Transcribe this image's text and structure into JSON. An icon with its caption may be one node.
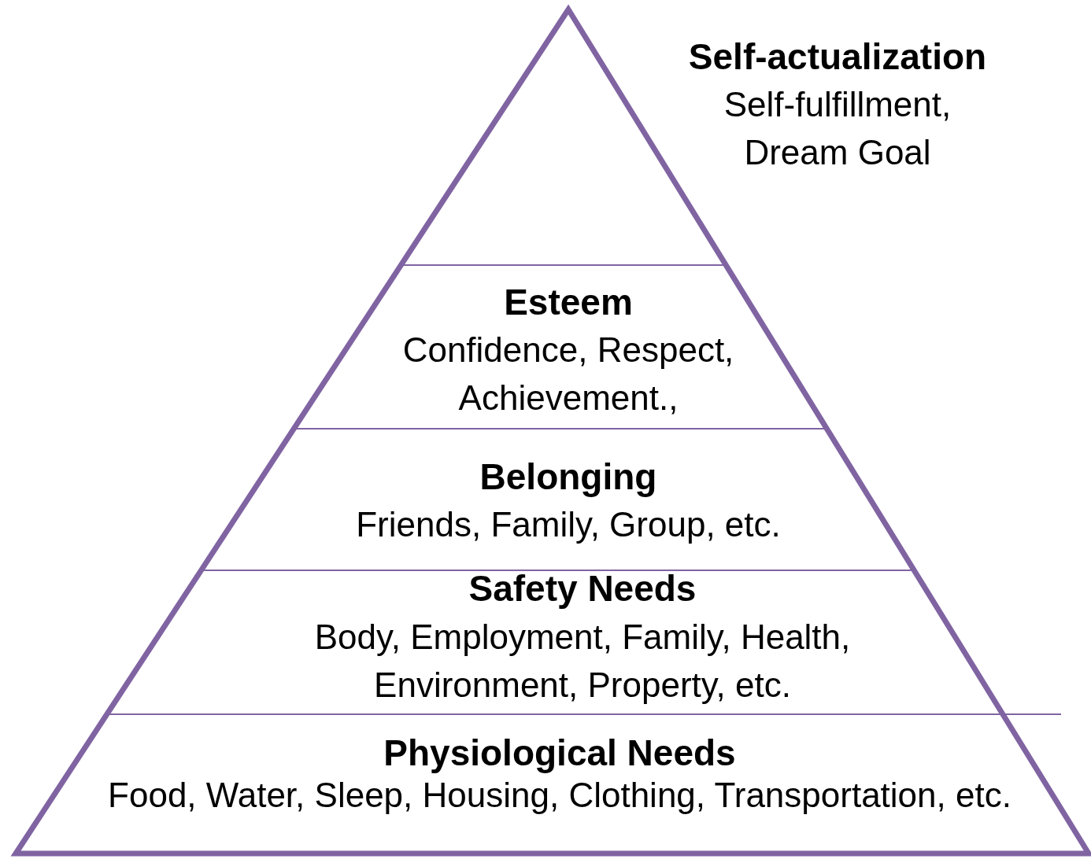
{
  "diagram": {
    "nodes": [
      {
        "text": [
          "Self-actualization",
          "Self-fulfillment, Dream Goal"
        ]
      },
      {
        "text": [
          "Esteem",
          "Confidence, Respect, Achievement.,"
        ]
      },
      {
        "text": [
          "Belonging",
          "Friends, Family, Group, etc."
        ]
      },
      {
        "text": [
          "Safety Needs",
          "Body, Employment, Family, Health, Environment, Property, etc."
        ]
      },
      {
        "text": [
          "Physiological Needs",
          "Food, Water, Sleep, Housing, Clothing, Transportation, etc."
        ]
      }
    ],
    "edges": []
  }
}
